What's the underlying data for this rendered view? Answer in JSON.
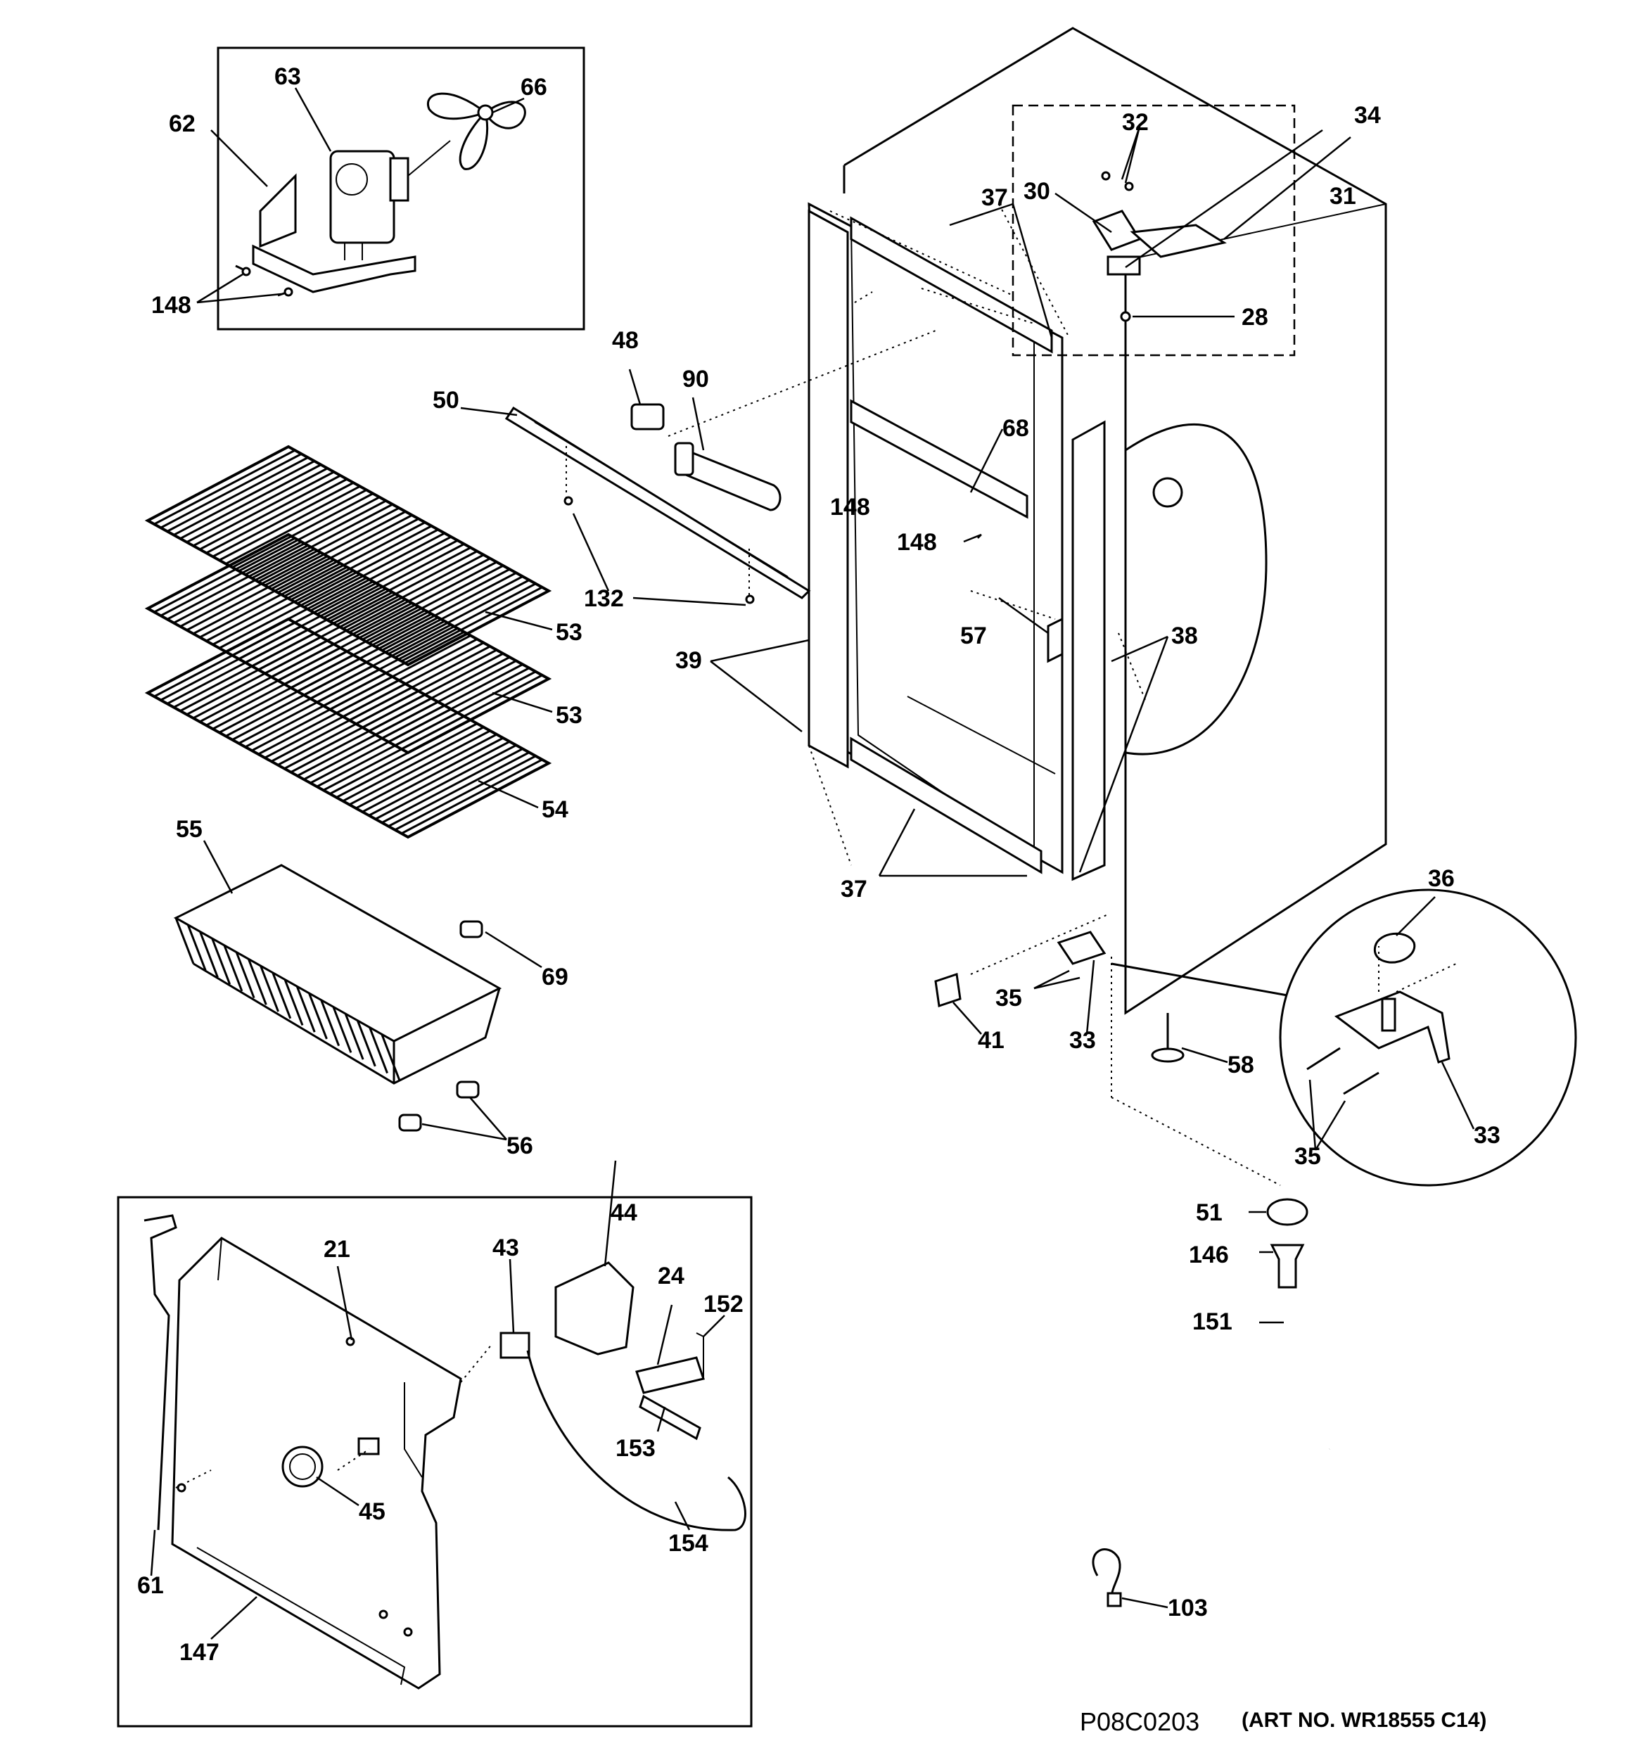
{
  "callouts": {
    "c62": "62",
    "c63": "63",
    "c66": "66",
    "c148a": "148",
    "c48": "48",
    "c90": "90",
    "c50": "50",
    "c132": "132",
    "c53a": "53",
    "c53b": "53",
    "c54": "54",
    "c55": "55",
    "c69": "69",
    "c56": "56",
    "c37a": "37",
    "c37b": "37",
    "c30": "30",
    "c32": "32",
    "c34": "34",
    "c31": "31",
    "c28": "28",
    "c68": "68",
    "c148b": "148",
    "c148c": "148",
    "c57": "57",
    "c38": "38",
    "c39": "39",
    "c36": "36",
    "c35a": "35",
    "c33a": "33",
    "c41": "41",
    "c58": "58",
    "c33b": "33",
    "c35b": "35",
    "c51": "51",
    "c146": "146",
    "c151": "151",
    "c103": "103",
    "c21": "21",
    "c43": "43",
    "c44": "44",
    "c24": "24",
    "c152": "152",
    "c153": "153",
    "c45": "45",
    "c154": "154",
    "c61": "61",
    "c147": "147"
  },
  "footer": {
    "drawing_number": "P08C0203",
    "art_number": "(ART NO. WR18555 C14)"
  },
  "panels": {
    "fan_motor_inset": "fan-motor-assembly",
    "cabinet": "freezer-cabinet",
    "hinge_detail": "bottom-hinge-detail",
    "back_panel_inset": "rear-cover-assembly"
  }
}
